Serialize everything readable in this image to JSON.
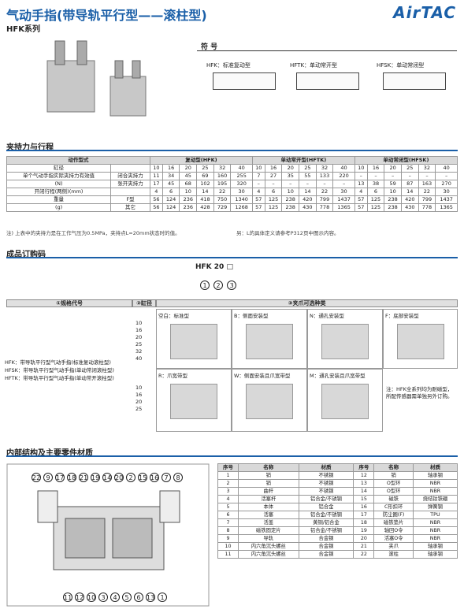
{
  "header": {
    "title": "气动手指(带导轨平行型——滚柱型)",
    "series": "HFK系列",
    "logo": "AirTAC"
  },
  "symbols": {
    "heading": "符  号",
    "items": [
      {
        "label": "HFK：标准复动型"
      },
      {
        "label": "HFTK：单动常开型"
      },
      {
        "label": "HFSK：单动常闭型"
      }
    ]
  },
  "force": {
    "heading": "夹持力与行程",
    "groups": [
      "动作型式",
      "复动型(HFK)",
      "单动常开型(HFTK)",
      "单动常闭型(HFSK)"
    ],
    "rows": [
      {
        "label": "缸径",
        "sub": "",
        "vals": [
          "10",
          "16",
          "20",
          "25",
          "32",
          "40",
          "10",
          "16",
          "20",
          "25",
          "32",
          "40",
          "10",
          "16",
          "20",
          "25",
          "32",
          "40"
        ]
      },
      {
        "label": "单个气动手指实际夹持力有效值",
        "sub": "闭合夹持力",
        "vals": [
          "11",
          "34",
          "45",
          "69",
          "160",
          "255",
          "7",
          "27",
          "35",
          "55",
          "133",
          "220",
          "–",
          "–",
          "–",
          "–",
          "–",
          "–"
        ]
      },
      {
        "label": "(N)",
        "sub": "张开夹持力",
        "vals": [
          "17",
          "45",
          "68",
          "102",
          "195",
          "320",
          "–",
          "–",
          "–",
          "–",
          "–",
          "–",
          "13",
          "38",
          "59",
          "87",
          "163",
          "270"
        ]
      },
      {
        "label": "开闭行程(两侧)(mm)",
        "sub": "",
        "vals": [
          "4",
          "6",
          "10",
          "14",
          "22",
          "30",
          "4",
          "6",
          "10",
          "14",
          "22",
          "30",
          "4",
          "6",
          "10",
          "14",
          "22",
          "30"
        ]
      },
      {
        "label": "重量",
        "sub": "F型",
        "vals": [
          "56",
          "124",
          "236",
          "418",
          "750",
          "1340",
          "57",
          "125",
          "238",
          "420",
          "799",
          "1437",
          "57",
          "125",
          "238",
          "420",
          "799",
          "1437"
        ]
      },
      {
        "label": "(g)",
        "sub": "其它",
        "vals": [
          "56",
          "124",
          "236",
          "428",
          "729",
          "1268",
          "57",
          "125",
          "238",
          "430",
          "778",
          "1365",
          "57",
          "125",
          "238",
          "430",
          "778",
          "1365"
        ]
      }
    ],
    "note1": "注) 上表中的夹持力是在工作气压为0.5MPa，夹持点L=20mm状态时的值。",
    "note2": "另：L的具体定义请参考P312页中图示内容。"
  },
  "order": {
    "heading": "成品订购码",
    "code": "HFK 20 □",
    "nums": [
      "1",
      "2",
      "3"
    ],
    "bar1": "①规格代号",
    "bar2": "②缸径",
    "bar3": "③夹爪可选种类",
    "spec_lines": [
      "HFK：带导轨平行型气动手指(标准复动滚柱型)",
      "HFSK：带导轨平行型气动手指(单动常闭滚柱型)",
      "HFTK：带导轨平行型气动手指(单动常开滚柱型)"
    ],
    "bores1": [
      "10",
      "16",
      "20",
      "25",
      "32",
      "40"
    ],
    "bores2": [
      "10",
      "16",
      "20",
      "25"
    ],
    "types": [
      "空白：标准型",
      "B：侧面安装型",
      "N：通孔安装型",
      "F：底部安装型",
      "R：爪宽带型",
      "W：侧面安装且爪宽带型",
      "M：通孔安装且爪宽带型"
    ],
    "note": "注：HFK全系列均为耐磁型，所配传感器需单独另外订购。"
  },
  "parts": {
    "heading": "内部结构及主要零件材质",
    "cols": [
      "序号",
      "名称",
      "材质",
      "序号",
      "名称",
      "材质"
    ],
    "rows": [
      [
        "1",
        "销",
        "不锈钢",
        "12",
        "销",
        "轴承钢"
      ],
      [
        "2",
        "销",
        "不锈钢",
        "13",
        "O型环",
        "NBR"
      ],
      [
        "3",
        "曲杆",
        "不锈钢",
        "14",
        "O型环",
        "NBR"
      ],
      [
        "4",
        "活塞杆",
        "铝合金/不锈钢",
        "15",
        "磁铁",
        "烧结钕铁硼"
      ],
      [
        "5",
        "本体",
        "铝合金",
        "16",
        "C形扣环",
        "弹簧钢"
      ],
      [
        "6",
        "活塞",
        "铝合金/不锈钢",
        "17",
        "防尘圈(F)",
        "TPU"
      ],
      [
        "7",
        "活盖",
        "黄铜/铝合金",
        "18",
        "磁铁垫片",
        "NBR"
      ],
      [
        "8",
        "磁铁固定片",
        "铝合金/不锈钢",
        "19",
        "轴回O令",
        "NBR"
      ],
      [
        "9",
        "导轨",
        "合金钢",
        "20",
        "活塞O令",
        "NBR"
      ],
      [
        "10",
        "内六角沉头螺丝",
        "合金钢",
        "21",
        "夹爪",
        "轴承钢"
      ],
      [
        "11",
        "内六角沉头螺丝",
        "合金钢",
        "22",
        "滚柱",
        "轴承钢"
      ]
    ],
    "callouts_top": [
      "22",
      "9",
      "17",
      "18",
      "21",
      "19",
      "14",
      "20",
      "2",
      "15",
      "16",
      "7",
      "8"
    ],
    "callouts_bottom": [
      "11",
      "12",
      "10",
      "3",
      "4",
      "5",
      "6",
      "13",
      "1"
    ]
  }
}
